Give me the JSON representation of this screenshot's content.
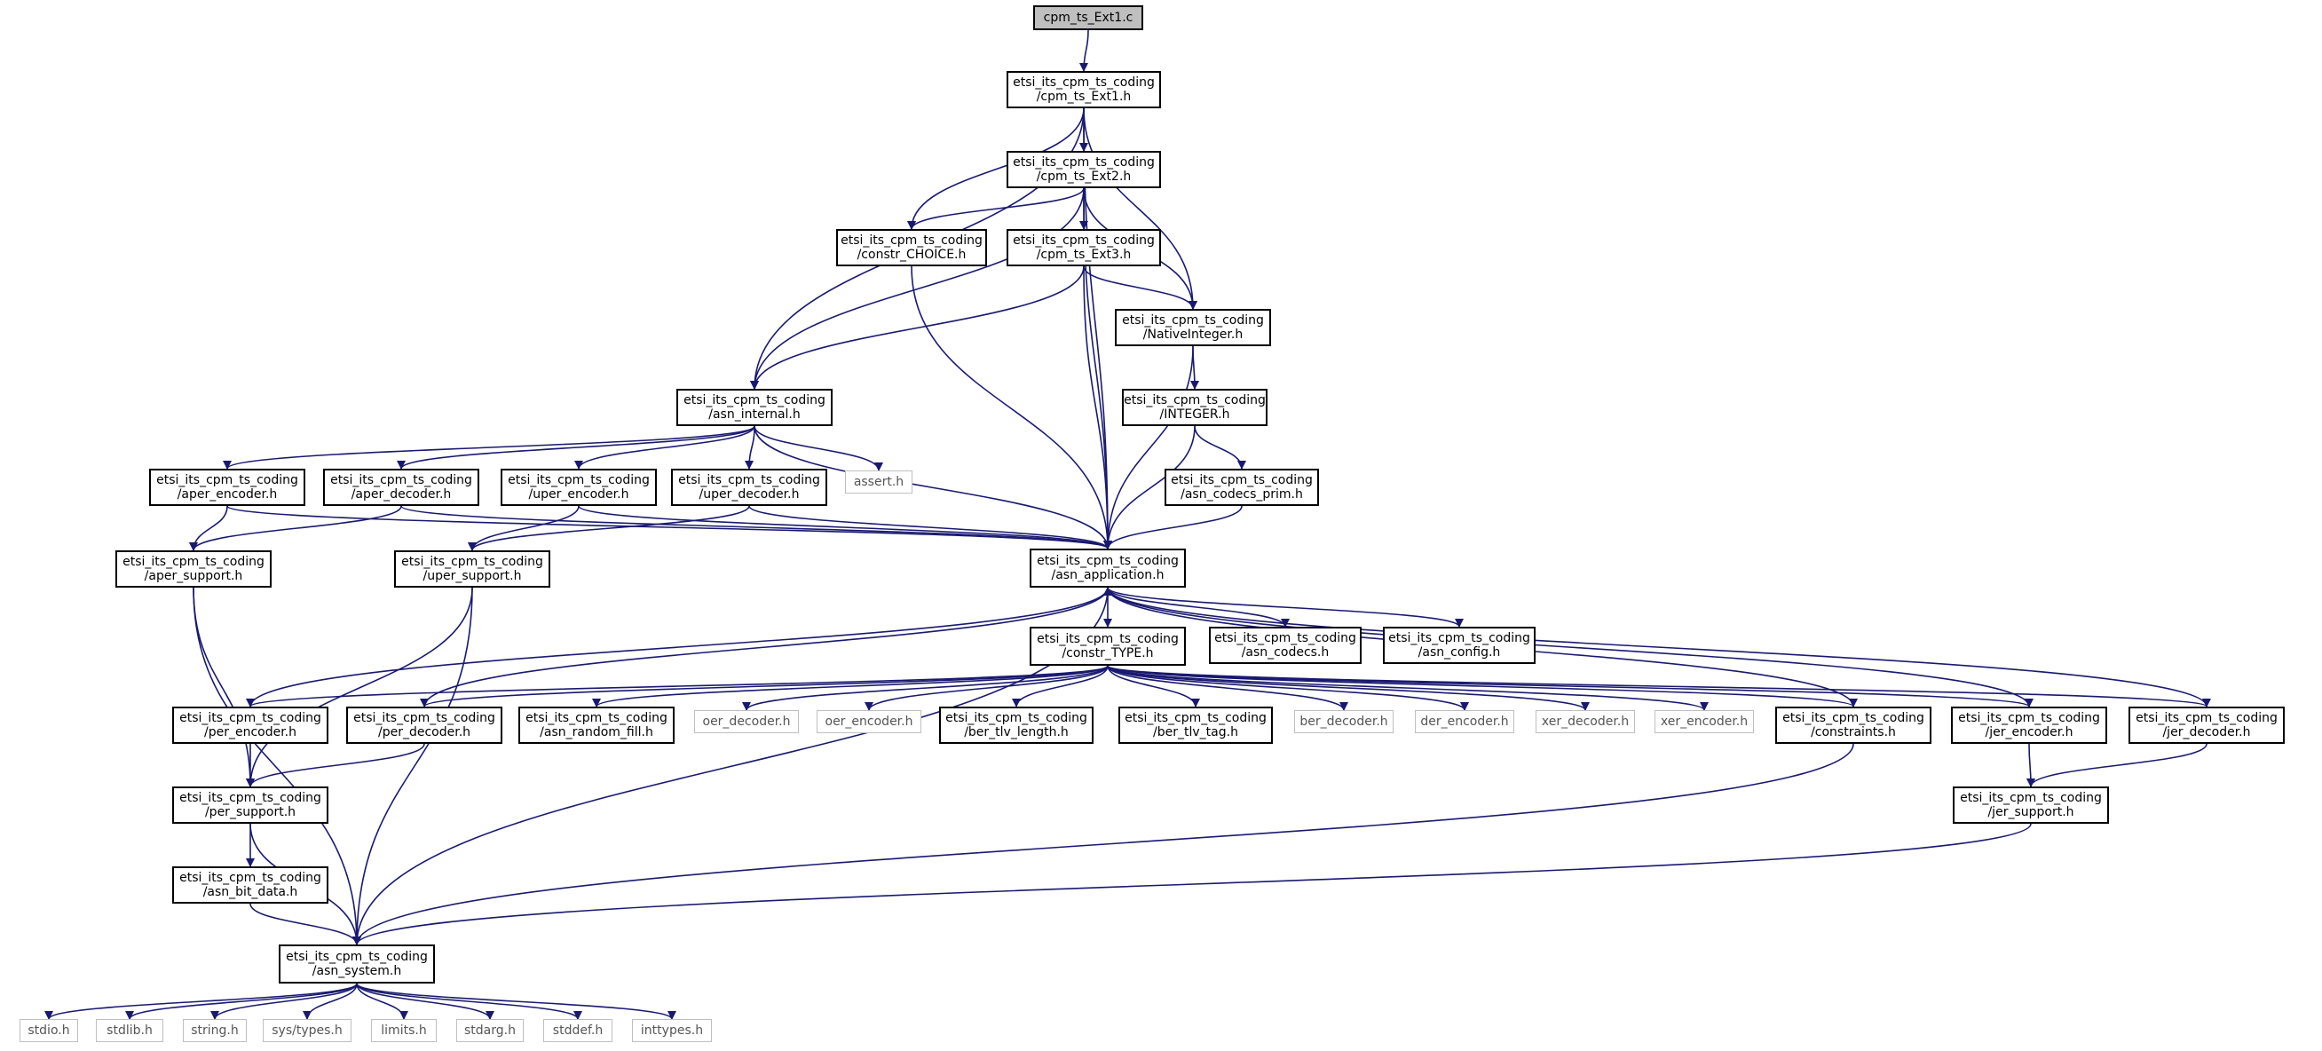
{
  "colors": {
    "edge": "#191970",
    "node_border": "#000000",
    "external_border": "#bfbfbf",
    "root_fill": "#bfbfbf"
  },
  "nodes": [
    {
      "id": "root",
      "lines": [
        "cpm_ts_Ext1.c"
      ]
    },
    {
      "id": "ext1",
      "lines": [
        "etsi_its_cpm_ts_coding",
        "/cpm_ts_Ext1.h"
      ]
    },
    {
      "id": "ext2",
      "lines": [
        "etsi_its_cpm_ts_coding",
        "/cpm_ts_Ext2.h"
      ]
    },
    {
      "id": "choice",
      "lines": [
        "etsi_its_cpm_ts_coding",
        "/constr_CHOICE.h"
      ]
    },
    {
      "id": "ext3",
      "lines": [
        "etsi_its_cpm_ts_coding",
        "/cpm_ts_Ext3.h"
      ]
    },
    {
      "id": "native",
      "lines": [
        "etsi_its_cpm_ts_coding",
        "/NativeInteger.h"
      ]
    },
    {
      "id": "asn_internal",
      "lines": [
        "etsi_its_cpm_ts_coding",
        "/asn_internal.h"
      ]
    },
    {
      "id": "integer",
      "lines": [
        "etsi_its_cpm_ts_coding",
        "/INTEGER.h"
      ]
    },
    {
      "id": "aper_enc",
      "lines": [
        "etsi_its_cpm_ts_coding",
        "/aper_encoder.h"
      ]
    },
    {
      "id": "aper_dec",
      "lines": [
        "etsi_its_cpm_ts_coding",
        "/aper_decoder.h"
      ]
    },
    {
      "id": "uper_enc",
      "lines": [
        "etsi_its_cpm_ts_coding",
        "/uper_encoder.h"
      ]
    },
    {
      "id": "uper_dec",
      "lines": [
        "etsi_its_cpm_ts_coding",
        "/uper_decoder.h"
      ]
    },
    {
      "id": "assert",
      "lines": [
        "assert.h"
      ]
    },
    {
      "id": "codecs_prim",
      "lines": [
        "etsi_its_cpm_ts_coding",
        "/asn_codecs_prim.h"
      ]
    },
    {
      "id": "aper_sup",
      "lines": [
        "etsi_its_cpm_ts_coding",
        "/aper_support.h"
      ]
    },
    {
      "id": "uper_sup",
      "lines": [
        "etsi_its_cpm_ts_coding",
        "/uper_support.h"
      ]
    },
    {
      "id": "asn_app",
      "lines": [
        "etsi_its_cpm_ts_coding",
        "/asn_application.h"
      ]
    },
    {
      "id": "constr_type",
      "lines": [
        "etsi_its_cpm_ts_coding",
        "/constr_TYPE.h"
      ]
    },
    {
      "id": "asn_codecs",
      "lines": [
        "etsi_its_cpm_ts_coding",
        "/asn_codecs.h"
      ]
    },
    {
      "id": "asn_config",
      "lines": [
        "etsi_its_cpm_ts_coding",
        "/asn_config.h"
      ]
    },
    {
      "id": "per_enc",
      "lines": [
        "etsi_its_cpm_ts_coding",
        "/per_encoder.h"
      ]
    },
    {
      "id": "per_dec",
      "lines": [
        "etsi_its_cpm_ts_coding",
        "/per_decoder.h"
      ]
    },
    {
      "id": "random_fill",
      "lines": [
        "etsi_its_cpm_ts_coding",
        "/asn_random_fill.h"
      ]
    },
    {
      "id": "oer_dec",
      "lines": [
        "oer_decoder.h"
      ]
    },
    {
      "id": "oer_enc",
      "lines": [
        "oer_encoder.h"
      ]
    },
    {
      "id": "ber_len",
      "lines": [
        "etsi_its_cpm_ts_coding",
        "/ber_tlv_length.h"
      ]
    },
    {
      "id": "ber_tag",
      "lines": [
        "etsi_its_cpm_ts_coding",
        "/ber_tlv_tag.h"
      ]
    },
    {
      "id": "ber_dec",
      "lines": [
        "ber_decoder.h"
      ]
    },
    {
      "id": "der_enc",
      "lines": [
        "der_encoder.h"
      ]
    },
    {
      "id": "xer_dec",
      "lines": [
        "xer_decoder.h"
      ]
    },
    {
      "id": "xer_enc",
      "lines": [
        "xer_encoder.h"
      ]
    },
    {
      "id": "constraints",
      "lines": [
        "etsi_its_cpm_ts_coding",
        "/constraints.h"
      ]
    },
    {
      "id": "jer_enc",
      "lines": [
        "etsi_its_cpm_ts_coding",
        "/jer_encoder.h"
      ]
    },
    {
      "id": "jer_dec",
      "lines": [
        "etsi_its_cpm_ts_coding",
        "/jer_decoder.h"
      ]
    },
    {
      "id": "per_sup",
      "lines": [
        "etsi_its_cpm_ts_coding",
        "/per_support.h"
      ]
    },
    {
      "id": "jer_sup",
      "lines": [
        "etsi_its_cpm_ts_coding",
        "/jer_support.h"
      ]
    },
    {
      "id": "bit_data",
      "lines": [
        "etsi_its_cpm_ts_coding",
        "/asn_bit_data.h"
      ]
    },
    {
      "id": "asn_system",
      "lines": [
        "etsi_its_cpm_ts_coding",
        "/asn_system.h"
      ]
    },
    {
      "id": "stdio",
      "lines": [
        "stdio.h"
      ]
    },
    {
      "id": "stdlib",
      "lines": [
        "stdlib.h"
      ]
    },
    {
      "id": "string",
      "lines": [
        "string.h"
      ]
    },
    {
      "id": "systypes",
      "lines": [
        "sys/types.h"
      ]
    },
    {
      "id": "limits",
      "lines": [
        "limits.h"
      ]
    },
    {
      "id": "stdarg",
      "lines": [
        "stdarg.h"
      ]
    },
    {
      "id": "stddef",
      "lines": [
        "stddef.h"
      ]
    },
    {
      "id": "inttypes",
      "lines": [
        "inttypes.h"
      ]
    }
  ],
  "edges": [
    [
      "root",
      "ext1"
    ],
    [
      "ext1",
      "ext2"
    ],
    [
      "ext1",
      "choice"
    ],
    [
      "ext1",
      "native"
    ],
    [
      "ext1",
      "asn_internal"
    ],
    [
      "ext1",
      "asn_app"
    ],
    [
      "ext2",
      "choice"
    ],
    [
      "ext2",
      "ext3"
    ],
    [
      "ext2",
      "native"
    ],
    [
      "ext2",
      "asn_internal"
    ],
    [
      "ext2",
      "asn_app"
    ],
    [
      "choice",
      "asn_app"
    ],
    [
      "ext3",
      "native"
    ],
    [
      "ext3",
      "asn_internal"
    ],
    [
      "ext3",
      "asn_app"
    ],
    [
      "native",
      "integer"
    ],
    [
      "native",
      "asn_app"
    ],
    [
      "integer",
      "codecs_prim"
    ],
    [
      "integer",
      "asn_app"
    ],
    [
      "codecs_prim",
      "asn_app"
    ],
    [
      "asn_internal",
      "aper_enc"
    ],
    [
      "asn_internal",
      "aper_dec"
    ],
    [
      "asn_internal",
      "uper_enc"
    ],
    [
      "asn_internal",
      "uper_dec"
    ],
    [
      "asn_internal",
      "assert"
    ],
    [
      "asn_internal",
      "asn_app"
    ],
    [
      "aper_enc",
      "aper_sup"
    ],
    [
      "aper_enc",
      "asn_app"
    ],
    [
      "aper_dec",
      "aper_sup"
    ],
    [
      "aper_dec",
      "asn_app"
    ],
    [
      "uper_enc",
      "uper_sup"
    ],
    [
      "uper_enc",
      "asn_app"
    ],
    [
      "uper_dec",
      "uper_sup"
    ],
    [
      "uper_dec",
      "asn_app"
    ],
    [
      "aper_sup",
      "per_sup"
    ],
    [
      "aper_sup",
      "asn_system"
    ],
    [
      "uper_sup",
      "per_sup"
    ],
    [
      "uper_sup",
      "asn_system"
    ],
    [
      "asn_app",
      "constr_type"
    ],
    [
      "asn_app",
      "asn_codecs"
    ],
    [
      "asn_app",
      "asn_config"
    ],
    [
      "asn_app",
      "asn_system"
    ],
    [
      "constr_type",
      "per_enc"
    ],
    [
      "constr_type",
      "per_dec"
    ],
    [
      "constr_type",
      "random_fill"
    ],
    [
      "constr_type",
      "oer_dec"
    ],
    [
      "constr_type",
      "oer_enc"
    ],
    [
      "constr_type",
      "ber_len"
    ],
    [
      "constr_type",
      "ber_tag"
    ],
    [
      "constr_type",
      "ber_dec"
    ],
    [
      "constr_type",
      "der_enc"
    ],
    [
      "constr_type",
      "xer_dec"
    ],
    [
      "constr_type",
      "xer_enc"
    ],
    [
      "constr_type",
      "constraints"
    ],
    [
      "constr_type",
      "jer_enc"
    ],
    [
      "constr_type",
      "jer_dec"
    ],
    [
      "per_enc",
      "asn_app"
    ],
    [
      "per_enc",
      "per_sup"
    ],
    [
      "per_dec",
      "asn_app"
    ],
    [
      "per_dec",
      "per_sup"
    ],
    [
      "constraints",
      "asn_app"
    ],
    [
      "constraints",
      "asn_system"
    ],
    [
      "jer_enc",
      "asn_app"
    ],
    [
      "jer_enc",
      "jer_sup"
    ],
    [
      "jer_dec",
      "asn_app"
    ],
    [
      "jer_dec",
      "jer_sup"
    ],
    [
      "per_sup",
      "bit_data"
    ],
    [
      "per_sup",
      "asn_system"
    ],
    [
      "jer_sup",
      "asn_system"
    ],
    [
      "bit_data",
      "asn_system"
    ],
    [
      "asn_system",
      "stdio"
    ],
    [
      "asn_system",
      "stdlib"
    ],
    [
      "asn_system",
      "string"
    ],
    [
      "asn_system",
      "systypes"
    ],
    [
      "asn_system",
      "limits"
    ],
    [
      "asn_system",
      "stdarg"
    ],
    [
      "asn_system",
      "stddef"
    ],
    [
      "asn_system",
      "inttypes"
    ]
  ]
}
